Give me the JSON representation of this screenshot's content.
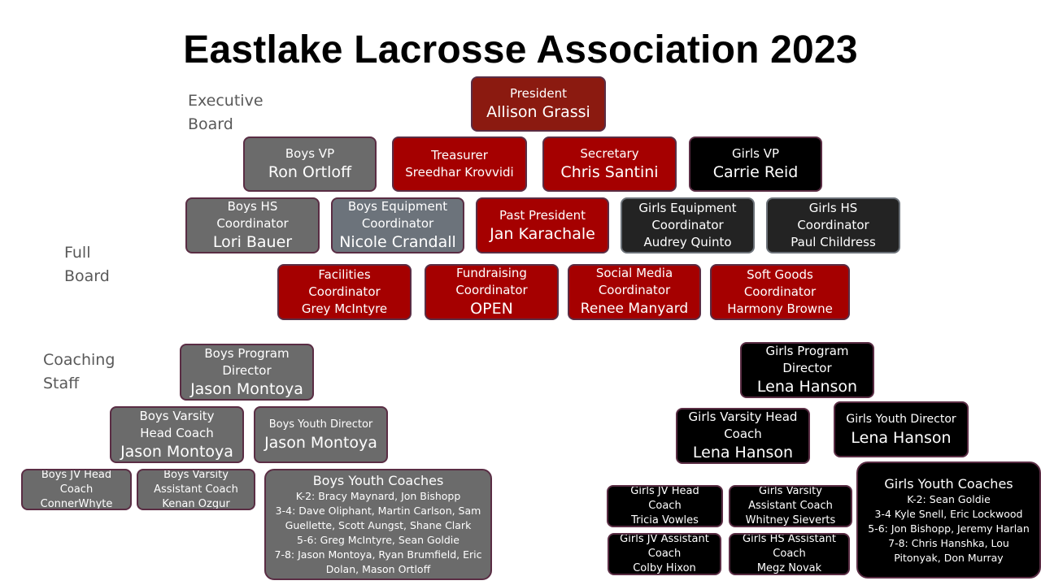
{
  "title": "Eastlake Lacrosse Association 2023",
  "labels": {
    "executive": [
      "Executive",
      "Board"
    ],
    "full": [
      "Full",
      "Board"
    ],
    "coaching": [
      "Coaching",
      "Staff"
    ]
  },
  "executive": {
    "president": {
      "role": "President",
      "name": "Allison Grassi"
    },
    "boys_vp": {
      "role": "Boys VP",
      "name": "Ron Ortloff"
    },
    "treasurer": {
      "role": "Treasurer",
      "name": "Sreedhar Krovvidi"
    },
    "secretary": {
      "role": "Secretary",
      "name": "Chris Santini"
    },
    "girls_vp": {
      "role": "Girls VP",
      "name": "Carrie Reid"
    }
  },
  "board": {
    "boys_hs": {
      "role": [
        "Boys HS",
        "Coordinator"
      ],
      "name": "Lori Bauer"
    },
    "boys_equipment": {
      "role": [
        "Boys Equipment",
        "Coordinator"
      ],
      "name": "Nicole Crandall"
    },
    "past_president": {
      "role": "Past President",
      "name": "Jan Karachale"
    },
    "girls_equipment": {
      "role": [
        "Girls Equipment",
        "Coordinator"
      ],
      "name": "Audrey Quinto"
    },
    "girls_hs": {
      "role": [
        "Girls HS",
        "Coordinator"
      ],
      "name": "Paul Childress"
    },
    "facilities": {
      "role": [
        "Facilities",
        "Coordinator"
      ],
      "name": "Grey McIntyre"
    },
    "fundraising": {
      "role": [
        "Fundraising",
        "Coordinator"
      ],
      "name": "OPEN"
    },
    "social_media": {
      "role": [
        "Social Media",
        "Coordinator"
      ],
      "name": "Renee Manyard"
    },
    "soft_goods": {
      "role": [
        "Soft Goods",
        "Coordinator"
      ],
      "name": "Harmony Browne"
    }
  },
  "boys": {
    "program_director": {
      "role": [
        "Boys Program",
        "Director"
      ],
      "name": "Jason Montoya"
    },
    "varsity_head": {
      "role": [
        "Boys Varsity",
        "Head Coach"
      ],
      "name": "Jason Montoya"
    },
    "youth_director": {
      "role": "Boys Youth Director",
      "name": "Jason Montoya"
    },
    "jv_head": {
      "role": [
        "Boys JV Head",
        "Coach"
      ],
      "name": "ConnerWhyte"
    },
    "varsity_assistant": {
      "role": [
        "Boys Varsity",
        "Assistant Coach"
      ],
      "name": "Kenan Ozgur"
    },
    "youth_coaches": {
      "role": "Boys Youth Coaches",
      "lines": [
        "K-2: Bracy Maynard, Jon Bishopp",
        "3-4: Dave Oliphant, Martin Carlson, Sam",
        "Guellette, Scott Aungst, Shane Clark",
        "5-6: Greg McIntyre, Sean Goldie",
        "7-8: Jason Montoya, Ryan Brumfield, Eric",
        "Dolan, Mason Ortloff"
      ]
    }
  },
  "girls": {
    "program_director": {
      "role": [
        "Girls Program",
        "Director"
      ],
      "name": "Lena Hanson"
    },
    "varsity_head": {
      "role": [
        "Girls Varsity Head",
        "Coach"
      ],
      "name": "Lena Hanson"
    },
    "youth_director": {
      "role": "Girls Youth Director",
      "name": "Lena Hanson"
    },
    "jv_head": {
      "role": [
        "Girls JV Head",
        "Coach"
      ],
      "name": "Tricia Vowles"
    },
    "varsity_assistant": {
      "role": [
        "Girls Varsity",
        "Assistant Coach"
      ],
      "name": "Whitney Sieverts"
    },
    "jv_assistant": {
      "role": [
        "Girls JV Assistant",
        "Coach"
      ],
      "name": "Colby Hixon"
    },
    "hs_assistant": {
      "role": [
        "Girls HS Assistant",
        "Coach"
      ],
      "name": "Megz Novak"
    },
    "youth_coaches": {
      "role": "Girls Youth Coaches",
      "lines": [
        "K-2: Sean Goldie",
        "3-4 Kyle Snell, Eric Lockwood",
        "5-6: Jon Bishopp, Jeremy Harlan",
        "7-8: Chris Hanshka, Lou",
        "Pitonyak, Don Murray"
      ]
    }
  },
  "colors": {
    "dark_red": "#8b1a10",
    "red": "#a50000",
    "gray": "#6b6b6b",
    "black": "#000000",
    "border": "#5a2d44"
  }
}
